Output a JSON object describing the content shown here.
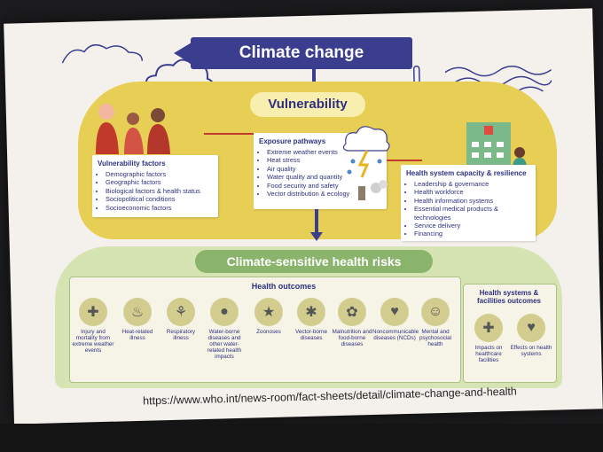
{
  "header": {
    "title": "Climate change"
  },
  "vulnerability": {
    "title": "Vulnerability",
    "vulnerability_factors": {
      "heading": "Vulnerability factors",
      "items": [
        "Demographic factors",
        "Geographic factors",
        "Biological factors & health status",
        "Sociopolitical conditions",
        "Socioeconomic factors"
      ]
    },
    "exposure_pathways": {
      "heading": "Exposure pathways",
      "items": [
        "Extreme weather events",
        "Heat stress",
        "Air quality",
        "Water quality and quantity",
        "Food security and safety",
        "Vector distribution & ecology"
      ]
    },
    "health_system": {
      "heading": "Health system capacity & resilience",
      "items": [
        "Leadership & governance",
        "Health workforce",
        "Health information systems",
        "Essential medical products & technologies",
        "Service delivery",
        "Financing"
      ]
    }
  },
  "risks": {
    "title": "Climate-sensitive health risks",
    "health_outcomes_title": "Health outcomes",
    "health_outcomes": [
      {
        "label": "Injury and mortality from extreme weather events",
        "icon": "injured-person-icon"
      },
      {
        "label": "Heat-related illness",
        "icon": "thermometer-icon"
      },
      {
        "label": "Respiratory illness",
        "icon": "lungs-icon"
      },
      {
        "label": "Water-borne diseases and other water-related health impacts",
        "icon": "water-drop-icon"
      },
      {
        "label": "Zoonoses",
        "icon": "animals-icon"
      },
      {
        "label": "Vector-borne diseases",
        "icon": "mosquito-icon"
      },
      {
        "label": "Malnutrition and food-borne diseases",
        "icon": "crops-icon"
      },
      {
        "label": "Noncommunicable diseases (NCDs)",
        "icon": "heart-monitor-icon"
      },
      {
        "label": "Mental and psychosocial health",
        "icon": "head-icon"
      }
    ],
    "facilities_title": "Health systems & facilities outcomes",
    "facilities_outcomes": [
      {
        "label": "Impacts on healthcare facilities",
        "icon": "hospital-icon"
      },
      {
        "label": "Effects on health systems",
        "icon": "hands-heart-icon"
      }
    ]
  },
  "footer": {
    "url": "https://www.who.int/news-room/fact-sheets/detail/climate-change-and-health"
  },
  "colors": {
    "navy": "#3b3d8f",
    "yellow": "#e7cf55",
    "green": "#8ab46c",
    "red": "#c2392e"
  }
}
